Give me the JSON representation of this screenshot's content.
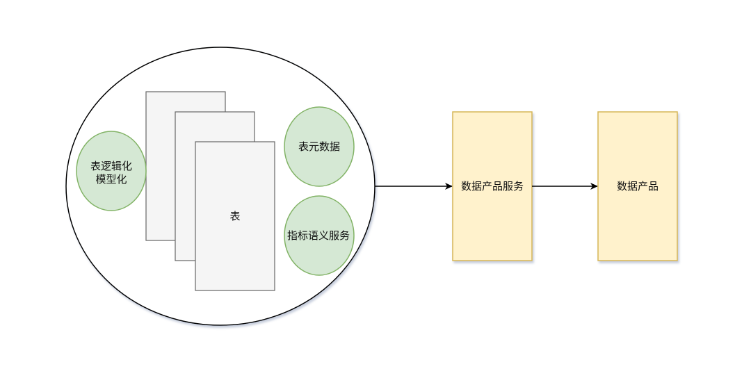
{
  "diagram": {
    "container": {
      "shape": "ellipse",
      "stroke": "#000000",
      "fill": "#ffffff"
    },
    "tables": {
      "label": "表",
      "fill": "#f5f5f5",
      "stroke": "#666666",
      "count": 3
    },
    "circles": [
      {
        "id": "logical-model",
        "lines": [
          "表逻辑化",
          "模型化"
        ]
      },
      {
        "id": "table-metadata",
        "lines": [
          "表元数据"
        ]
      },
      {
        "id": "metric-semantic",
        "lines": [
          "指标语义服务"
        ]
      }
    ],
    "circle_style": {
      "fill": "#d5e8d4",
      "stroke": "#82b366"
    },
    "boxes": [
      {
        "id": "data-product-service",
        "label": "数据产品服务"
      },
      {
        "id": "data-product",
        "label": "数据产品"
      }
    ],
    "box_style": {
      "fill": "#fff2cc",
      "stroke": "#d6b656"
    },
    "edges": [
      {
        "from": "container",
        "to": "data-product-service"
      },
      {
        "from": "data-product-service",
        "to": "data-product"
      }
    ]
  }
}
